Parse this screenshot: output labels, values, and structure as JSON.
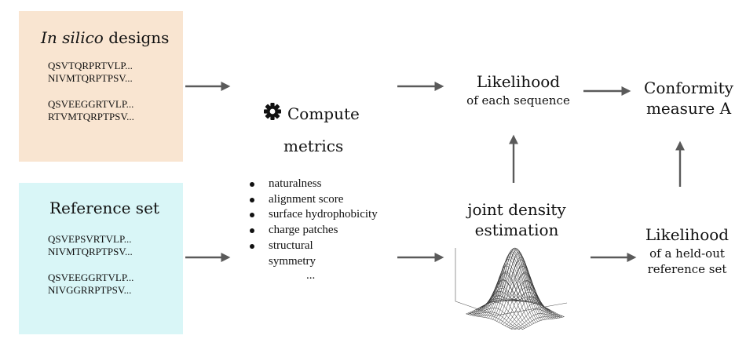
{
  "colors": {
    "designs_box": "#f9e5d1",
    "reference_box": "#d9f6f7",
    "arrow": "#5a5a5a"
  },
  "designs": {
    "title_italic": "In silico",
    "title_rest": " designs",
    "sequences": [
      "QSVTQRPRTVLP...",
      "NIVMTQRPTPSV...",
      "QSVEEGGRTVLP...",
      "RTVMTQRPTPSV..."
    ]
  },
  "reference": {
    "title": "Reference set",
    "sequences": [
      "QSVEPSVRTVLP...",
      "NIVMTQRPTPSV...",
      "QSVEEGGRTVLP...",
      "NIVGGRRPTPSV..."
    ]
  },
  "compute": {
    "icon": "gear-icon",
    "title_line1": "Compute",
    "title_line2": "metrics",
    "metrics": [
      "naturalness",
      "alignment score",
      "surface hydrophobicity",
      "charge patches",
      "structural"
    ],
    "metric_continuation": "symmetry",
    "ellipsis": "..."
  },
  "likelihood_each": {
    "title": "Likelihood",
    "subtitle": "of each sequence"
  },
  "conformity": {
    "line1": "Conformity",
    "line2": "measure A"
  },
  "joint_density": {
    "line1": "joint density",
    "line2": "estimation"
  },
  "likelihood_heldout": {
    "title": "Likelihood",
    "subtitle_line1": "of a held-out",
    "subtitle_line2": "reference set"
  }
}
